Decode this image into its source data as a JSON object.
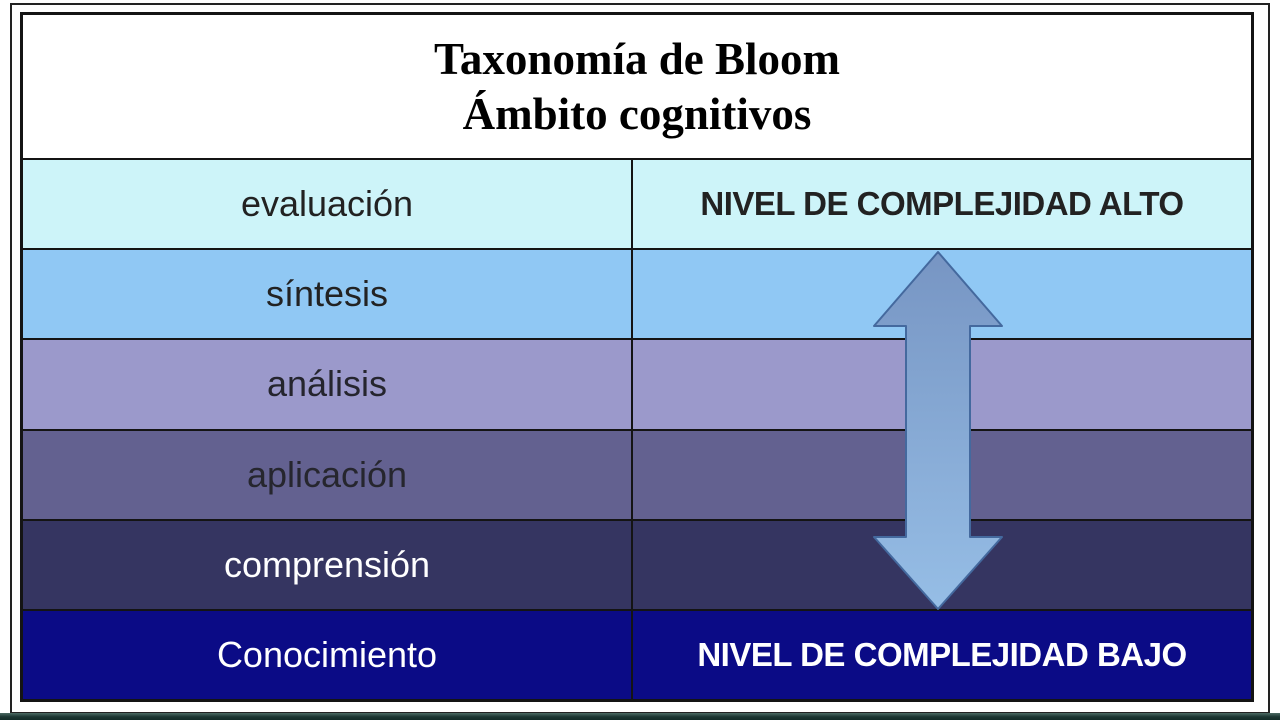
{
  "title": {
    "line1": "Taxonomía de Bloom",
    "line2": "Ámbito cognitivos"
  },
  "rows": [
    {
      "label": "evaluación",
      "bg": "#cdf4f9",
      "text_color": "#222222"
    },
    {
      "label": "síntesis",
      "bg": "#90c8f4",
      "text_color": "#222222"
    },
    {
      "label": "análisis",
      "bg": "#9b99cb",
      "text_color": "#25252e"
    },
    {
      "label": "aplicación",
      "bg": "#636190",
      "text_color": "#26262e"
    },
    {
      "label": "comprensión",
      "bg": "#353561",
      "text_color": "#ffffff"
    },
    {
      "label": "Conocimiento",
      "bg": "#0b0b86",
      "text_color": "#ffffff"
    }
  ],
  "annotations": {
    "high": "NIVEL DE COMPLEJIDAD ALTO",
    "high_color": "#222222",
    "low": "NIVEL DE COMPLEJIDAD BAJO",
    "low_color": "#ffffff"
  },
  "arrow": {
    "meaning": "complexity scale from low to high",
    "gradient_top": "#7795c3",
    "gradient_bottom": "#96bee6",
    "stroke": "#44699e"
  },
  "frame": {
    "border_color": "#222222",
    "table_border_color": "#141414",
    "bottom_bar_color": "#1b3531"
  }
}
